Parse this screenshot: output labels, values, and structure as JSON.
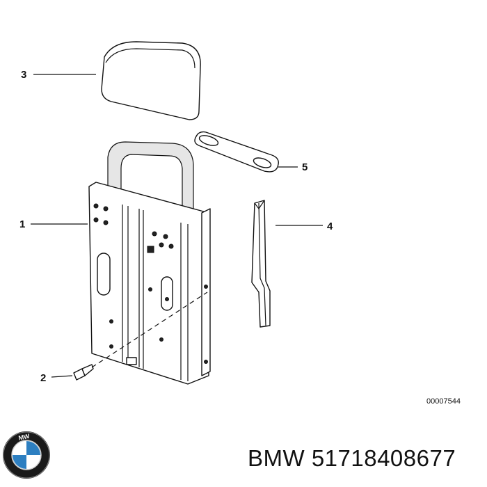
{
  "callouts": [
    {
      "id": "1",
      "label": "1"
    },
    {
      "id": "2",
      "label": "2"
    },
    {
      "id": "3",
      "label": "3"
    },
    {
      "id": "4",
      "label": "4"
    },
    {
      "id": "5",
      "label": "5"
    }
  ],
  "drawing_ref": "00007544",
  "caption": "BMW 51718408677",
  "logo": {
    "name": "bmw-logo",
    "colors": {
      "blue": "#2d7fc1",
      "ring": "#1a1a1a",
      "white": "#ffffff"
    }
  }
}
